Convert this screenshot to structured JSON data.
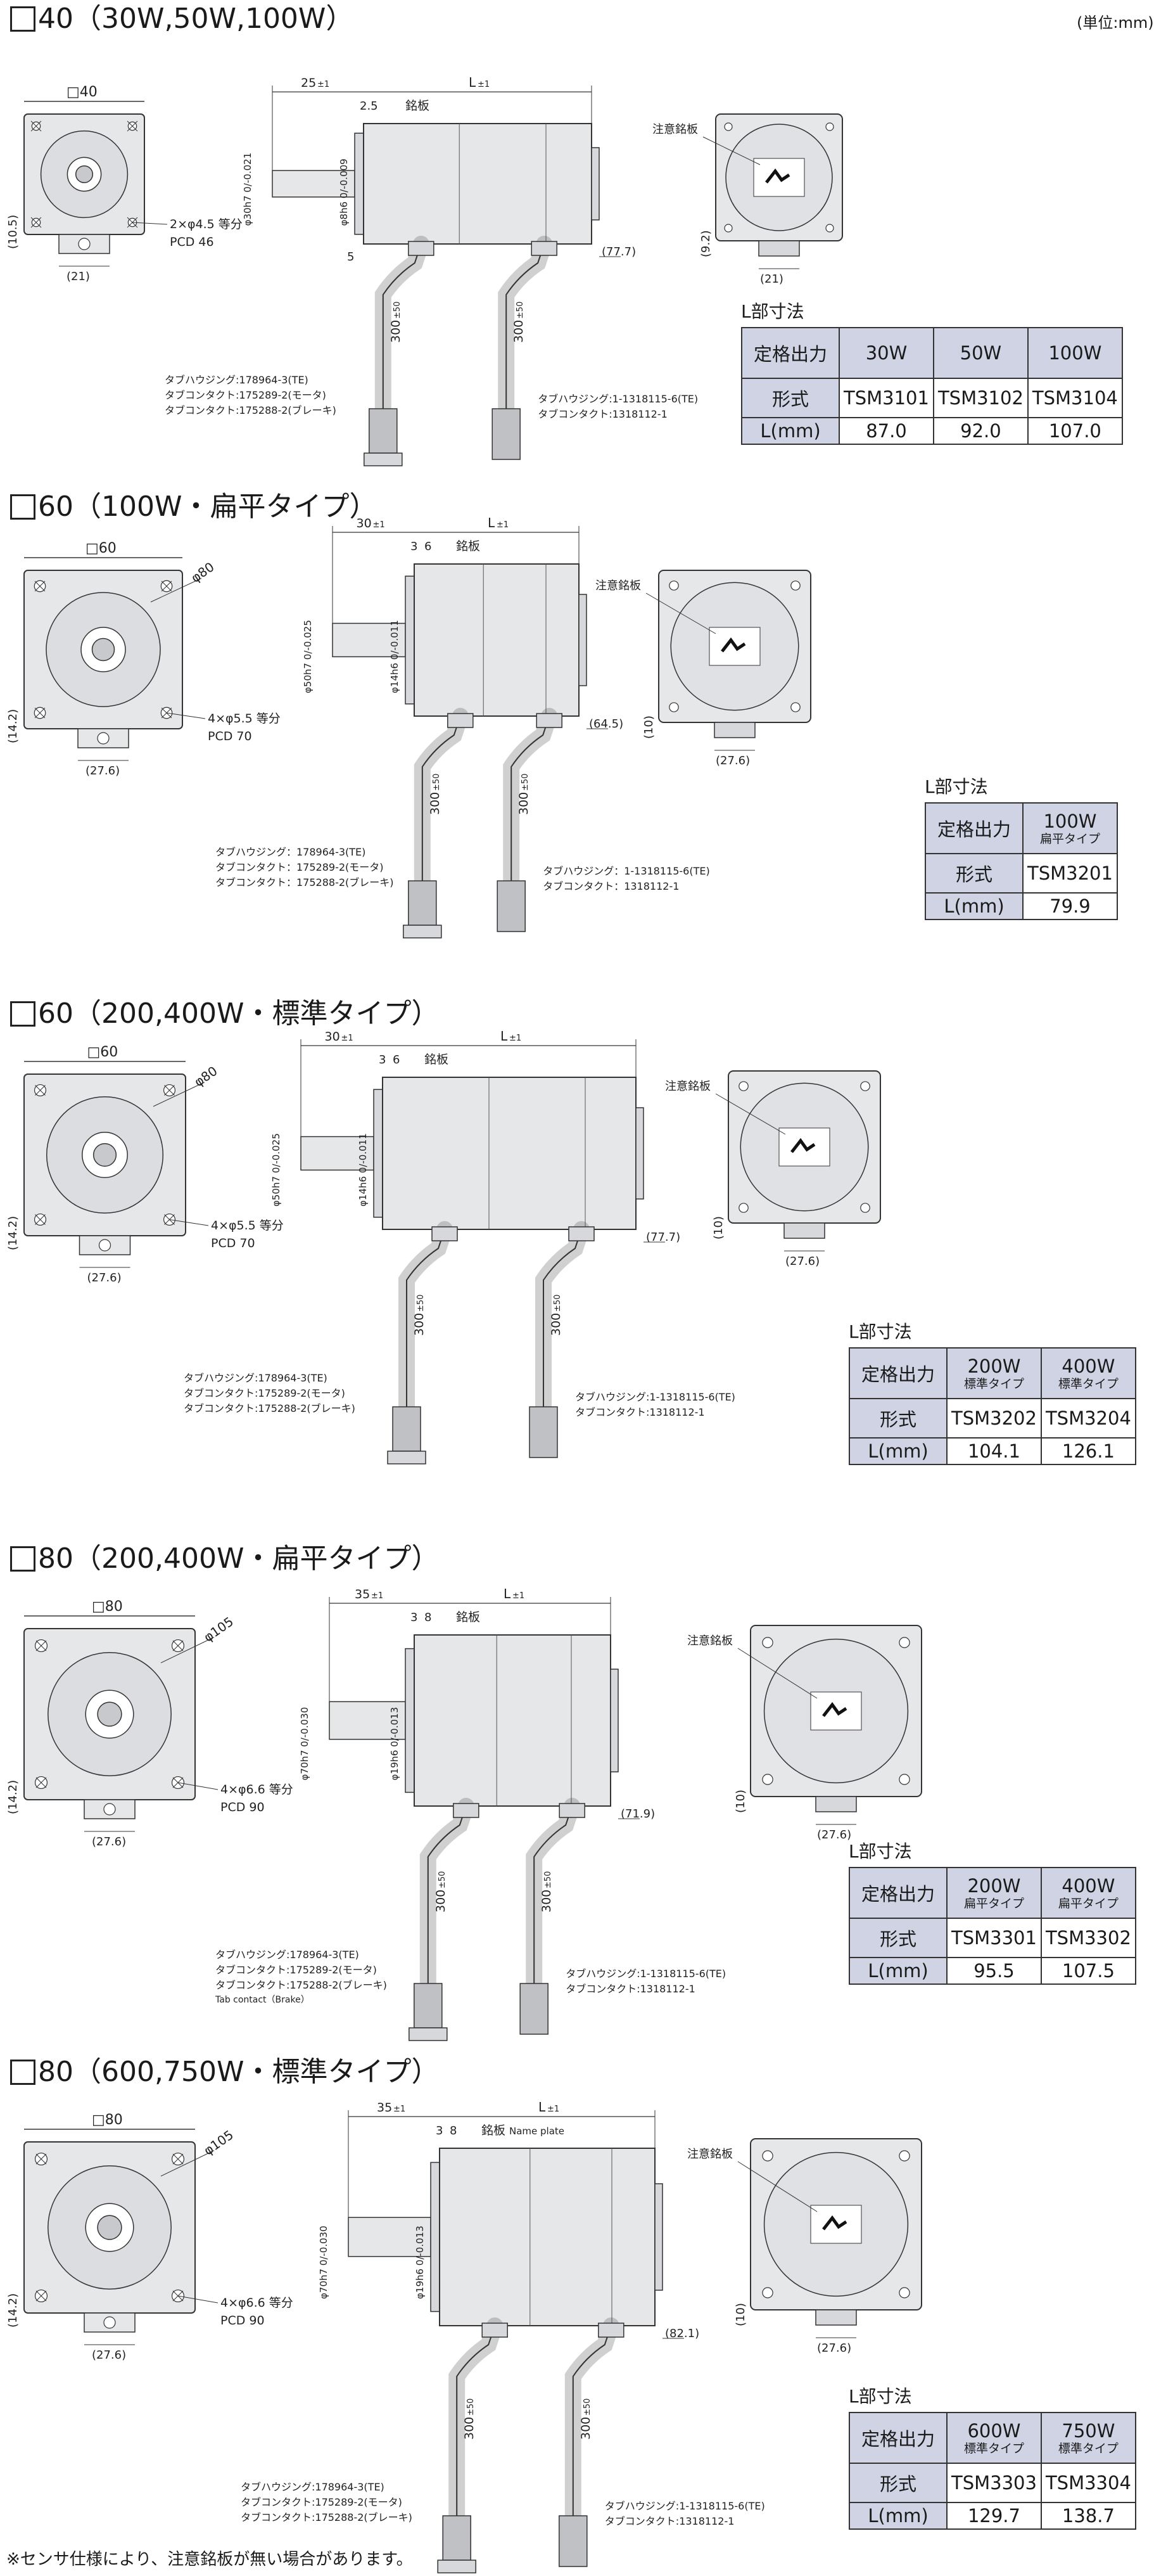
{
  "unit_note": "(単位:mm)",
  "footnote": "※センサ仕様により、注意銘板が無い場合があります。",
  "table_caption": "L部寸法",
  "row_labels": {
    "rated": "定格出力",
    "model": "形式",
    "length": "L(mm)"
  },
  "labels": {
    "name_plate": "銘板",
    "caution_plate": "注意銘板",
    "name_plate_en": "Name plate",
    "tab_contact_en": "Tab contact（Brake）",
    "cable": "300",
    "cable_tol": "±50",
    "l_dim": "L",
    "l_tol": "±1"
  },
  "sections": [
    {
      "title": "40（30W,50W,100W）",
      "square": "□40",
      "hole": "2×φ4.5 等分",
      "pcd": "PCD 46",
      "side_left": "(10.5)",
      "bottom_dim": "(21)",
      "shaft_len": "25",
      "tol": "±1",
      "flange": "2.5",
      "flange2": "",
      "faucet": "φ30h7 0/-0.021",
      "shaft": "φ8h6 0/-0.009",
      "sixth": "5",
      "right_dim": "(77.7)",
      "back_left": "(9.2)",
      "back_bottom": "(21)",
      "circle": "",
      "left_notes": [
        "タブハウジング:178964-3(TE)",
        "タブコンタクト:175289-2(モータ)",
        "タブコンタクト:175288-2(ブレーキ)"
      ],
      "right_notes": [
        "タブハウジング:1-1318115-6(TE)",
        "タブコンタクト:1318112-1"
      ],
      "table": {
        "ratings": [
          {
            "w": "30W",
            "sub": ""
          },
          {
            "w": "50W",
            "sub": ""
          },
          {
            "w": "100W",
            "sub": ""
          }
        ],
        "models": [
          "TSM3101",
          "TSM3102",
          "TSM3104"
        ],
        "lengths": [
          "87.0",
          "92.0",
          "107.0"
        ]
      }
    },
    {
      "title": "60（100W・扁平タイプ）",
      "square": "□60",
      "hole": "4×φ5.5 等分",
      "pcd": "PCD 70",
      "side_left": "(14.2)",
      "bottom_dim": "(27.6)",
      "shaft_len": "30",
      "tol": "±1",
      "flange": "3",
      "flange2": "6",
      "faucet": "φ50h7 0/-0.025",
      "shaft": "φ14h6 0/-0.011",
      "sixth": "",
      "right_dim": "(64.5)",
      "back_left": "(10)",
      "back_bottom": "(27.6)",
      "circle": "φ80",
      "left_notes": [
        "タブハウジング：178964-3(TE)",
        "タブコンタクト：175289-2(モータ)",
        "タブコンタクト：175288-2(ブレーキ)"
      ],
      "right_notes": [
        "タブハウジング：1-1318115-6(TE)",
        "タブコンタクト：1318112-1"
      ],
      "table": {
        "ratings": [
          {
            "w": "100W",
            "sub": "扁平タイプ"
          }
        ],
        "models": [
          "TSM3201"
        ],
        "lengths": [
          "79.9"
        ]
      }
    },
    {
      "title": "60（200,400W・標準タイプ）",
      "square": "□60",
      "hole": "4×φ5.5 等分",
      "pcd": "PCD 70",
      "side_left": "(14.2)",
      "bottom_dim": "(27.6)",
      "shaft_len": "30",
      "tol": "±1",
      "flange": "3",
      "flange2": "6",
      "faucet": "φ50h7 0/-0.025",
      "shaft": "φ14h6 0/-0.011",
      "sixth": "",
      "right_dim": "(77.7)",
      "back_left": "(10)",
      "back_bottom": "(27.6)",
      "circle": "φ80",
      "left_notes": [
        "タブハウジング:178964-3(TE)",
        "タブコンタクト:175289-2(モータ)",
        "タブコンタクト:175288-2(ブレーキ)"
      ],
      "right_notes": [
        "タブハウジング:1-1318115-6(TE)",
        "タブコンタクト:1318112-1"
      ],
      "table": {
        "ratings": [
          {
            "w": "200W",
            "sub": "標準タイプ"
          },
          {
            "w": "400W",
            "sub": "標準タイプ"
          }
        ],
        "models": [
          "TSM3202",
          "TSM3204"
        ],
        "lengths": [
          "104.1",
          "126.1"
        ]
      }
    },
    {
      "title": "80（200,400W・扁平タイプ）",
      "square": "□80",
      "hole": "4×φ6.6 等分",
      "pcd": "PCD 90",
      "side_left": "(14.2)",
      "bottom_dim": "(27.6)",
      "shaft_len": "35",
      "tol": "±1",
      "flange": "3",
      "flange2": "8",
      "faucet": "φ70h7 0/-0.030",
      "shaft": "φ19h6 0/-0.013",
      "sixth": "",
      "right_dim": "(71.9)",
      "back_left": "(10)",
      "back_bottom": "(27.6)",
      "circle": "φ105",
      "left_notes": [
        "タブハウジング:178964-3(TE)",
        "タブコンタクト:175289-2(モータ)",
        "タブコンタクト:175288-2(ブレーキ)"
      ],
      "right_notes": [
        "タブハウジング:1-1318115-6(TE)",
        "タブコンタクト:1318112-1"
      ],
      "table": {
        "ratings": [
          {
            "w": "200W",
            "sub": "扁平タイプ"
          },
          {
            "w": "400W",
            "sub": "扁平タイプ"
          }
        ],
        "models": [
          "TSM3301",
          "TSM3302"
        ],
        "lengths": [
          "95.5",
          "107.5"
        ]
      }
    },
    {
      "title": "80（600,750W・標準タイプ）",
      "square": "□80",
      "hole": "4×φ6.6 等分",
      "pcd": "PCD 90",
      "side_left": "(14.2)",
      "bottom_dim": "(27.6)",
      "shaft_len": "35",
      "tol": "±1",
      "flange": "3",
      "flange2": "8",
      "faucet": "φ70h7 0/-0.030",
      "shaft": "φ19h6 0/-0.013",
      "sixth": "",
      "right_dim": "(82.1)",
      "back_left": "(10)",
      "back_bottom": "(27.6)",
      "circle": "φ105",
      "left_notes": [
        "タブハウジング:178964-3(TE)",
        "タブコンタクト:175289-2(モータ)",
        "タブコンタクト:175288-2(ブレーキ)"
      ],
      "right_notes": [
        "タブハウジング:1-1318115-6(TE)",
        "タブコンタクト:1318112-1"
      ],
      "table": {
        "ratings": [
          {
            "w": "600W",
            "sub": "標準タイプ"
          },
          {
            "w": "750W",
            "sub": "標準タイプ"
          }
        ],
        "models": [
          "TSM3303",
          "TSM3304"
        ],
        "lengths": [
          "129.7",
          "138.7"
        ]
      }
    }
  ]
}
